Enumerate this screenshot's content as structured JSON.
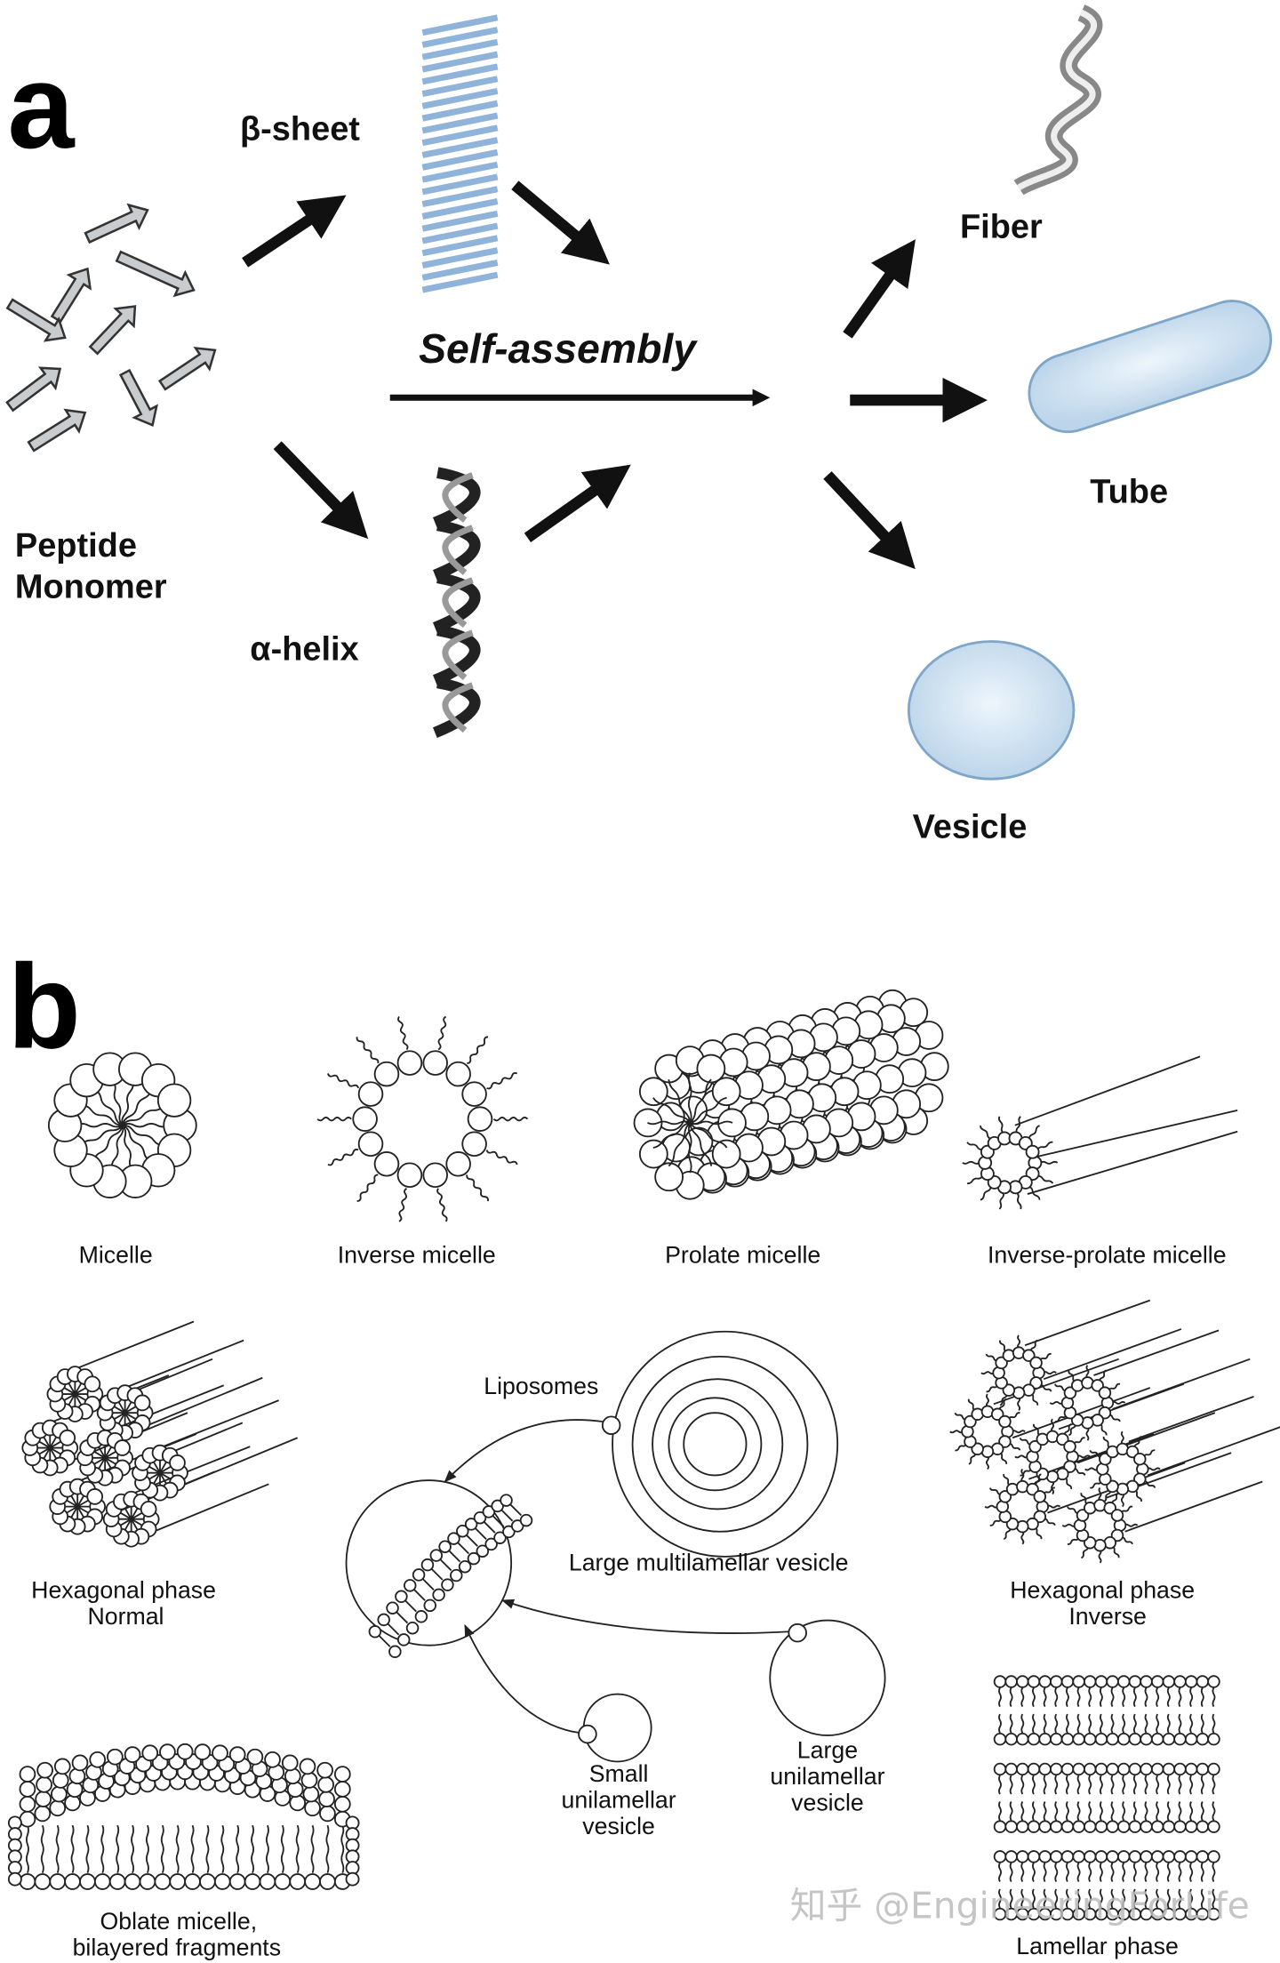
{
  "panel_a": {
    "panel_label": "a",
    "beta_sheet": "β-sheet",
    "alpha_helix": "α-helix",
    "peptide_monomer_line1": "Peptide",
    "peptide_monomer_line2": "Monomer",
    "self_assembly": "Self-assembly",
    "fiber": "Fiber",
    "tube": "Tube",
    "vesicle": "Vesicle"
  },
  "panel_b": {
    "panel_label": "b",
    "micelle": "Micelle",
    "inverse_micelle": "Inverse micelle",
    "prolate_micelle": "Prolate micelle",
    "inverse_prolate_micelle": "Inverse-prolate micelle",
    "hexagonal_normal_line1": "Hexagonal phase",
    "hexagonal_normal_line2": "Normal",
    "liposomes": "Liposomes",
    "large_multilamellar_vesicle": "Large multilamellar vesicle",
    "hexagonal_inverse_line1": "Hexagonal phase",
    "hexagonal_inverse_line2": "Inverse",
    "small_unilamellar": [
      "Small",
      "unilamellar",
      "vesicle"
    ],
    "large_unilamellar": [
      "Large",
      "unilamellar",
      "vesicle"
    ],
    "lamellar_phase": "Lamellar phase",
    "oblate_micelle_line1": "Oblate micelle,",
    "oblate_micelle_line2": "bilayered fragments"
  },
  "watermark": "知乎 @EngineeringForLife",
  "colors": {
    "arrow": "#111111",
    "beta_sheet": "#8fb3d9",
    "tube_vesicle_fill": "#dceaf6",
    "tube_vesicle_edge": "#7fa6c8",
    "monomer_arrow": "#c8cccf"
  }
}
